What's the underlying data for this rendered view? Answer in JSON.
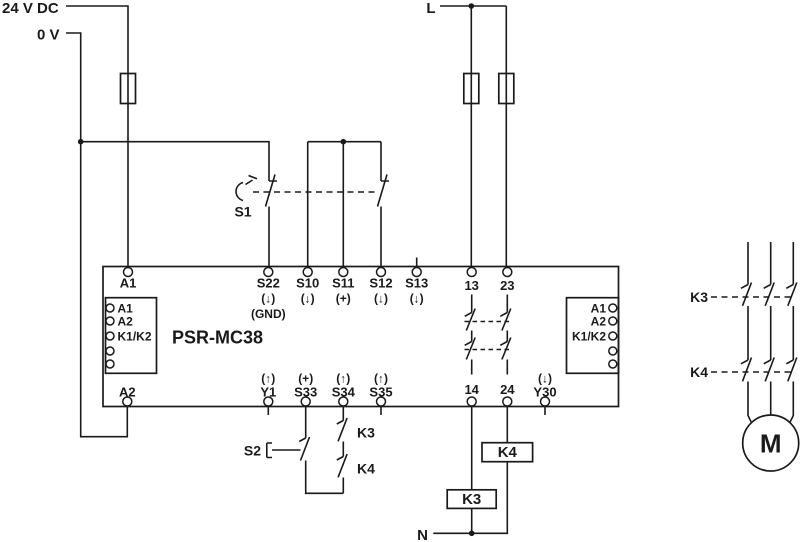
{
  "power": {
    "dc_24v": "24 V DC",
    "zero_v": "0 V",
    "line_l": "L",
    "neutral_n": "N"
  },
  "device": {
    "model": "PSR-MC38"
  },
  "t": {
    "a1": "A1",
    "s22": "S22",
    "s22_d": "(↓)",
    "s22_g": "(GND)",
    "s10": "S10",
    "s10_d": "(↓)",
    "s11": "S11",
    "s11_d": "(+)",
    "s12": "S12",
    "s12_d": "(↓)",
    "s13": "S13",
    "s13_d": "(↓)",
    "c13": "13",
    "c23": "23",
    "a2": "A2",
    "y1": "Y1",
    "y1_d": "(↑)",
    "s33": "S33",
    "s33_d": "(+)",
    "s34": "S34",
    "s34_d": "(↑)",
    "s35": "S35",
    "s35_d": "(↑)",
    "c14": "14",
    "c24": "24",
    "y30": "Y30",
    "y30_d": "(↓)"
  },
  "blocks": {
    "a1": "A1",
    "a2": "A2",
    "k1k2": "K1/K2"
  },
  "sw": {
    "s1": "S1",
    "s2": "S2"
  },
  "k": {
    "k3": "K3",
    "k4": "K4",
    "motor": "M"
  },
  "colors": {
    "line": "#1a1a1a",
    "background": "#ffffff"
  }
}
